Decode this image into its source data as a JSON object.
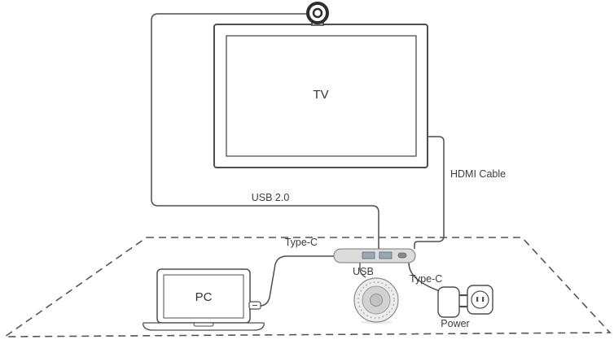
{
  "diagram": {
    "type": "connection-setup-diagram",
    "labels": {
      "tv": "TV",
      "pc": "PC",
      "usb_cable": "USB 2.0",
      "hdmi_cable": "HDMI Cable",
      "type_c_left": "Type-C",
      "usb_port": "USB",
      "type_c_right": "Type-C",
      "power": "Power"
    },
    "nodes": [
      {
        "id": "webcam",
        "desc": "camera on top of TV"
      },
      {
        "id": "tv",
        "desc": "television display"
      },
      {
        "id": "usb-hub",
        "desc": "connection hub with USB and Type-C ports"
      },
      {
        "id": "laptop",
        "desc": "PC laptop"
      },
      {
        "id": "speakerphone",
        "desc": "round conference speakerphone"
      },
      {
        "id": "power-adapter",
        "desc": "power adapter plugged into wall outlet"
      },
      {
        "id": "table",
        "desc": "dashed table surface outline"
      }
    ],
    "connections": [
      {
        "from": "webcam",
        "to": "usb-hub",
        "label": "USB 2.0"
      },
      {
        "from": "tv",
        "to": "usb-hub",
        "label": "HDMI Cable"
      },
      {
        "from": "usb-hub",
        "to": "laptop",
        "label": "Type-C"
      },
      {
        "from": "usb-hub",
        "to": "speakerphone",
        "label": "USB"
      },
      {
        "from": "usb-hub",
        "to": "power-adapter",
        "label": "Type-C"
      }
    ],
    "colors": {
      "line": "#4d4d4d",
      "text": "#3d3d3d",
      "table_dash": "#555555",
      "hub_fill": "#dcdcdc",
      "speaker_fill": "#d2d2d2"
    }
  }
}
